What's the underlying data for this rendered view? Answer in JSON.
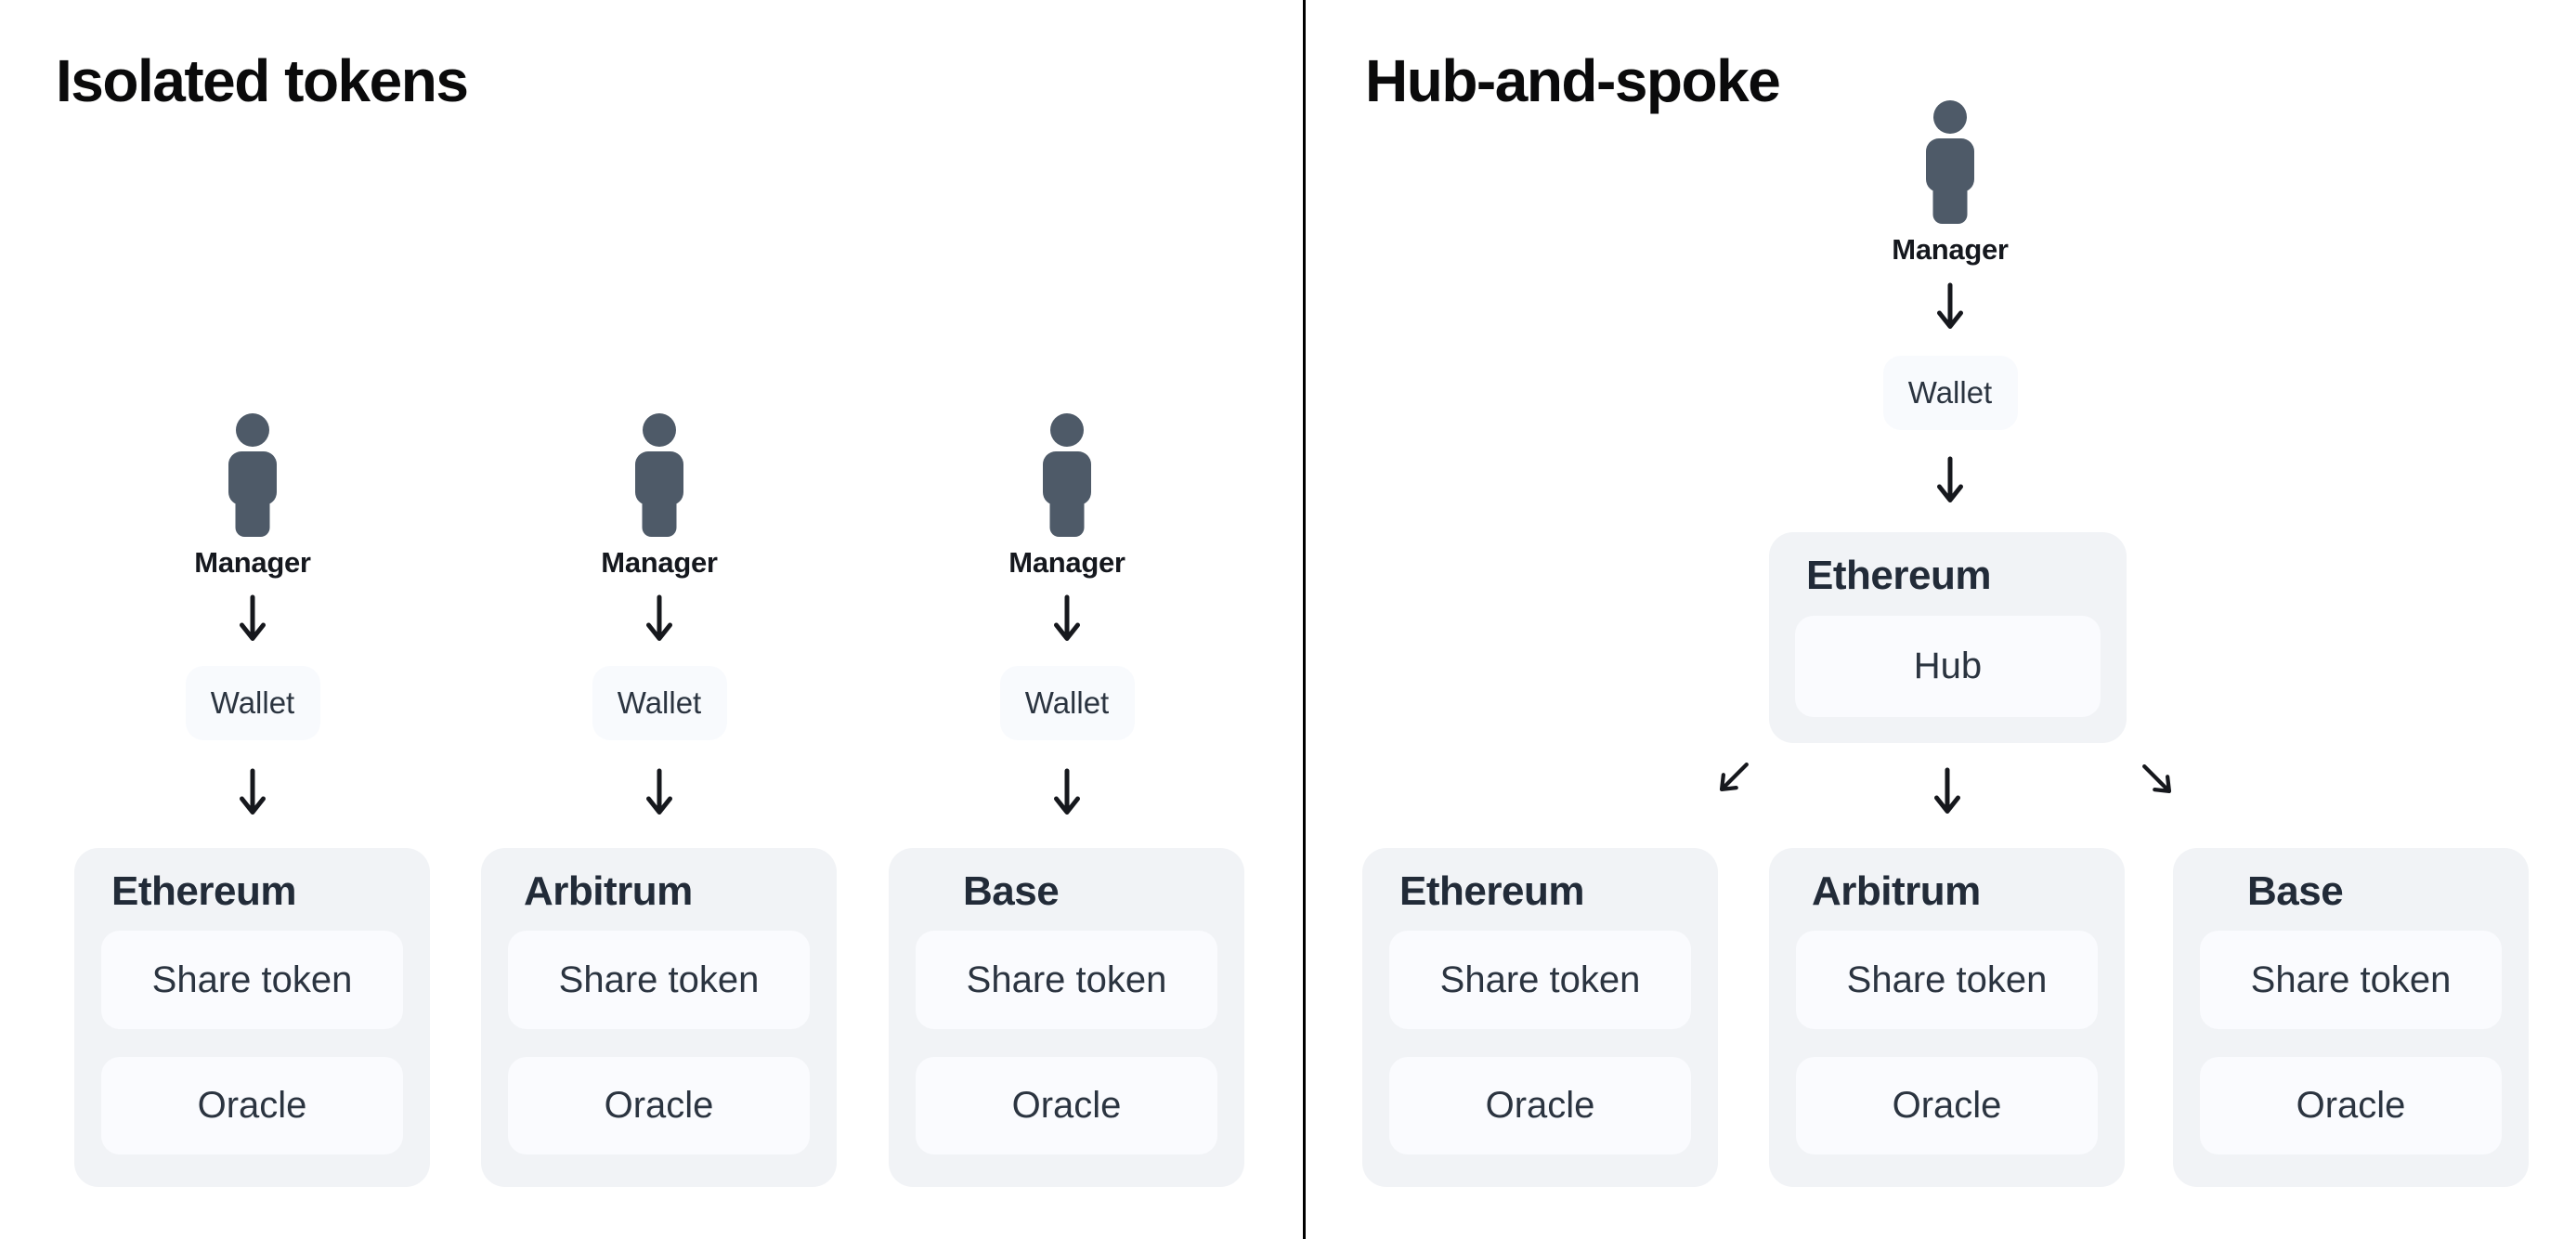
{
  "left": {
    "title": "Isolated tokens",
    "columns": [
      {
        "manager": "Manager",
        "wallet": "Wallet"
      },
      {
        "manager": "Manager",
        "wallet": "Wallet"
      },
      {
        "manager": "Manager",
        "wallet": "Wallet"
      }
    ],
    "chains": [
      {
        "name": "Ethereum",
        "items": [
          "Share token",
          "Oracle"
        ]
      },
      {
        "name": "Arbitrum",
        "items": [
          "Share token",
          "Oracle"
        ]
      },
      {
        "name": "Base",
        "items": [
          "Share token",
          "Oracle"
        ]
      }
    ]
  },
  "right": {
    "title": "Hub-and-spoke",
    "manager": "Manager",
    "wallet": "Wallet",
    "hub_chain": "Ethereum",
    "hub_label": "Hub",
    "chains": [
      {
        "name": "Ethereum",
        "items": [
          "Share token",
          "Oracle"
        ]
      },
      {
        "name": "Arbitrum",
        "items": [
          "Share token",
          "Oracle"
        ]
      },
      {
        "name": "Base",
        "items": [
          "Share token",
          "Oracle"
        ]
      }
    ]
  },
  "icons": {
    "person": "person-silhouette",
    "arrow_down": "arrow-down",
    "arrow_down_left": "arrow-down-left",
    "arrow_down_right": "arrow-down-right"
  },
  "colors": {
    "background": "#ffffff",
    "divider": "#000000",
    "title_text": "#0a0a0b",
    "card_bg": "#f1f3f6",
    "inner_box_bg": "#fafbfe",
    "wallet_box_bg": "#f8fafd",
    "heading_text": "#222b38",
    "body_text": "#2b3440",
    "person_icon": "#4e5a68",
    "arrow": "#16181d"
  }
}
